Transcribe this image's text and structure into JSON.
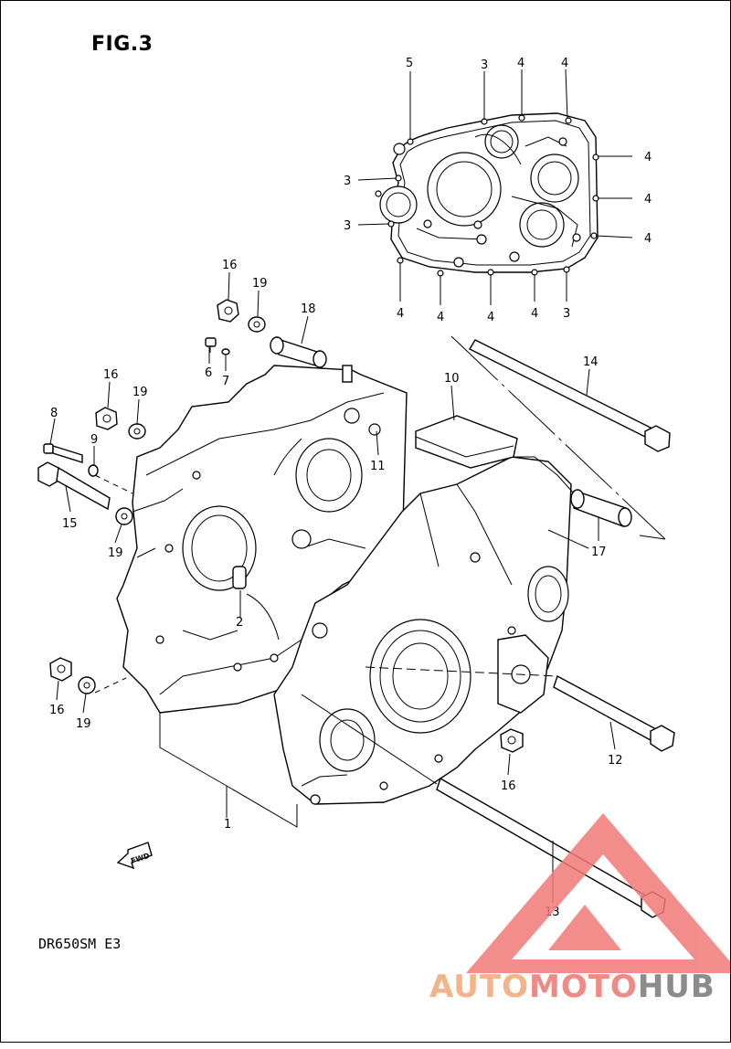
{
  "figure": {
    "title": "FIG.3",
    "model": "DR650SM E3",
    "fwd_arrow_text": "FWD"
  },
  "callouts": [
    "1",
    "2",
    "3",
    "4",
    "5",
    "6",
    "7",
    "8",
    "9",
    "10",
    "11",
    "12",
    "13",
    "14",
    "15",
    "16",
    "17",
    "18",
    "19"
  ],
  "gasket_callouts": {
    "top": [
      "5",
      "3",
      "4",
      "4"
    ],
    "right": [
      "4",
      "4",
      "4"
    ],
    "left": [
      "3",
      "3"
    ],
    "bottom": [
      "4",
      "4",
      "4",
      "4",
      "3"
    ]
  },
  "watermark": {
    "part1": "AUTO",
    "part2": "MOTO",
    "part3": "HUB",
    "color_a": "#f5b38a",
    "color_b": "#f08a86",
    "color_c": "#8c8c8c",
    "logo_color": "#f07a78"
  }
}
